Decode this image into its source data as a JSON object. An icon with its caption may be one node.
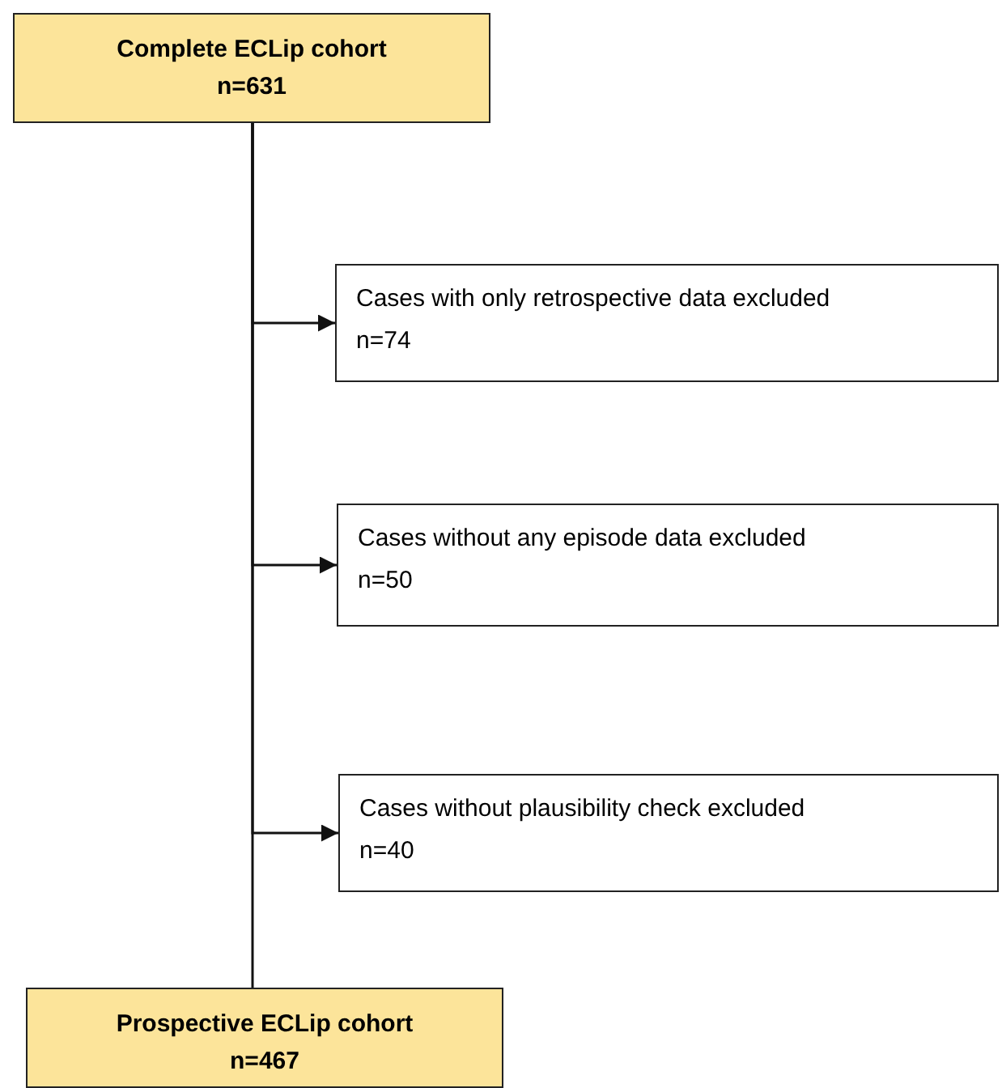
{
  "diagram": {
    "nodes": [
      {
        "text": [
          "Complete ECLip cohort",
          "n=631"
        ]
      },
      {
        "text": [
          "Cases with only retrospective data excluded",
          "n=74"
        ]
      },
      {
        "text": [
          "Cases without any episode data excluded",
          "n=50"
        ]
      },
      {
        "text": [
          "Cases without plausibility check excluded",
          "n=40"
        ]
      },
      {
        "text": [
          "Prospective ECLip cohort",
          "n=467"
        ]
      }
    ],
    "edges": [
      {
        "from": 0,
        "to": 4,
        "arrow": "none"
      },
      {
        "from": 0,
        "to": 1,
        "arrow": "to"
      },
      {
        "from": 0,
        "to": 2,
        "arrow": "to"
      },
      {
        "from": 0,
        "to": 3,
        "arrow": "to"
      }
    ]
  }
}
